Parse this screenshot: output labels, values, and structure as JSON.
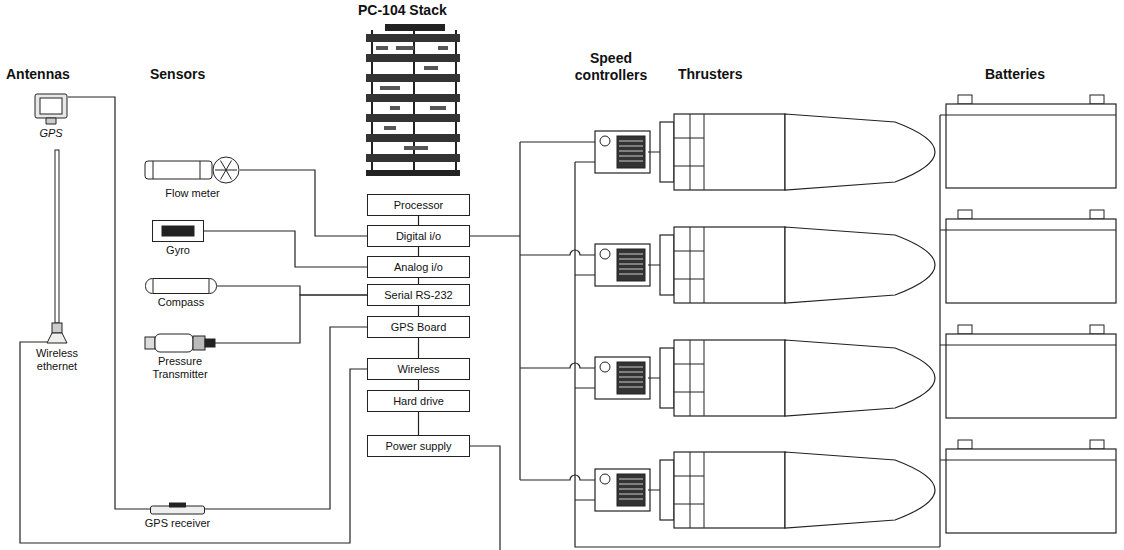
{
  "diagram": {
    "nodes": [
      {
        "text": [
          "GPS"
        ]
      },
      {
        "text": [
          "Wireless ethernet"
        ]
      },
      {
        "text": [
          "Flow meter"
        ]
      },
      {
        "text": [
          "Gyro"
        ]
      },
      {
        "text": [
          "Compass"
        ]
      },
      {
        "text": [
          "Pressure Transmitter"
        ]
      },
      {
        "text": [
          "GPS receiver"
        ]
      },
      {
        "text": [
          "Processor"
        ]
      },
      {
        "text": [
          "Digital i/o"
        ]
      },
      {
        "text": [
          "Analog i/o"
        ]
      },
      {
        "text": [
          "Serial RS-232"
        ]
      },
      {
        "text": [
          "GPS Board"
        ]
      },
      {
        "text": [
          "Wireless"
        ]
      },
      {
        "text": [
          "Hard drive"
        ]
      },
      {
        "text": [
          "Power supply"
        ]
      }
    ],
    "edges": [
      {
        "from": 0,
        "to": 6,
        "arrow": "none"
      },
      {
        "from": 1,
        "to": 12,
        "arrow": "none"
      },
      {
        "from": 2,
        "to": 8,
        "arrow": "none"
      },
      {
        "from": 3,
        "to": 9,
        "arrow": "none"
      },
      {
        "from": 4,
        "to": 10,
        "arrow": "none"
      },
      {
        "from": 5,
        "to": 10,
        "arrow": "none"
      },
      {
        "from": 6,
        "to": 11,
        "arrow": "none"
      },
      {
        "from": 7,
        "to": 8,
        "arrow": "none"
      },
      {
        "from": 8,
        "to": 9,
        "arrow": "none"
      },
      {
        "from": 9,
        "to": 10,
        "arrow": "none"
      },
      {
        "from": 10,
        "to": 11,
        "arrow": "none"
      },
      {
        "from": 11,
        "to": 12,
        "arrow": "none"
      },
      {
        "from": 12,
        "to": 13,
        "arrow": "none"
      },
      {
        "from": 13,
        "to": 14,
        "arrow": "none"
      }
    ],
    "labels": [
      "PC-104 Stack",
      "Antennas",
      "Sensors",
      "Speed controllers",
      "Thrusters",
      "Batteries"
    ]
  }
}
